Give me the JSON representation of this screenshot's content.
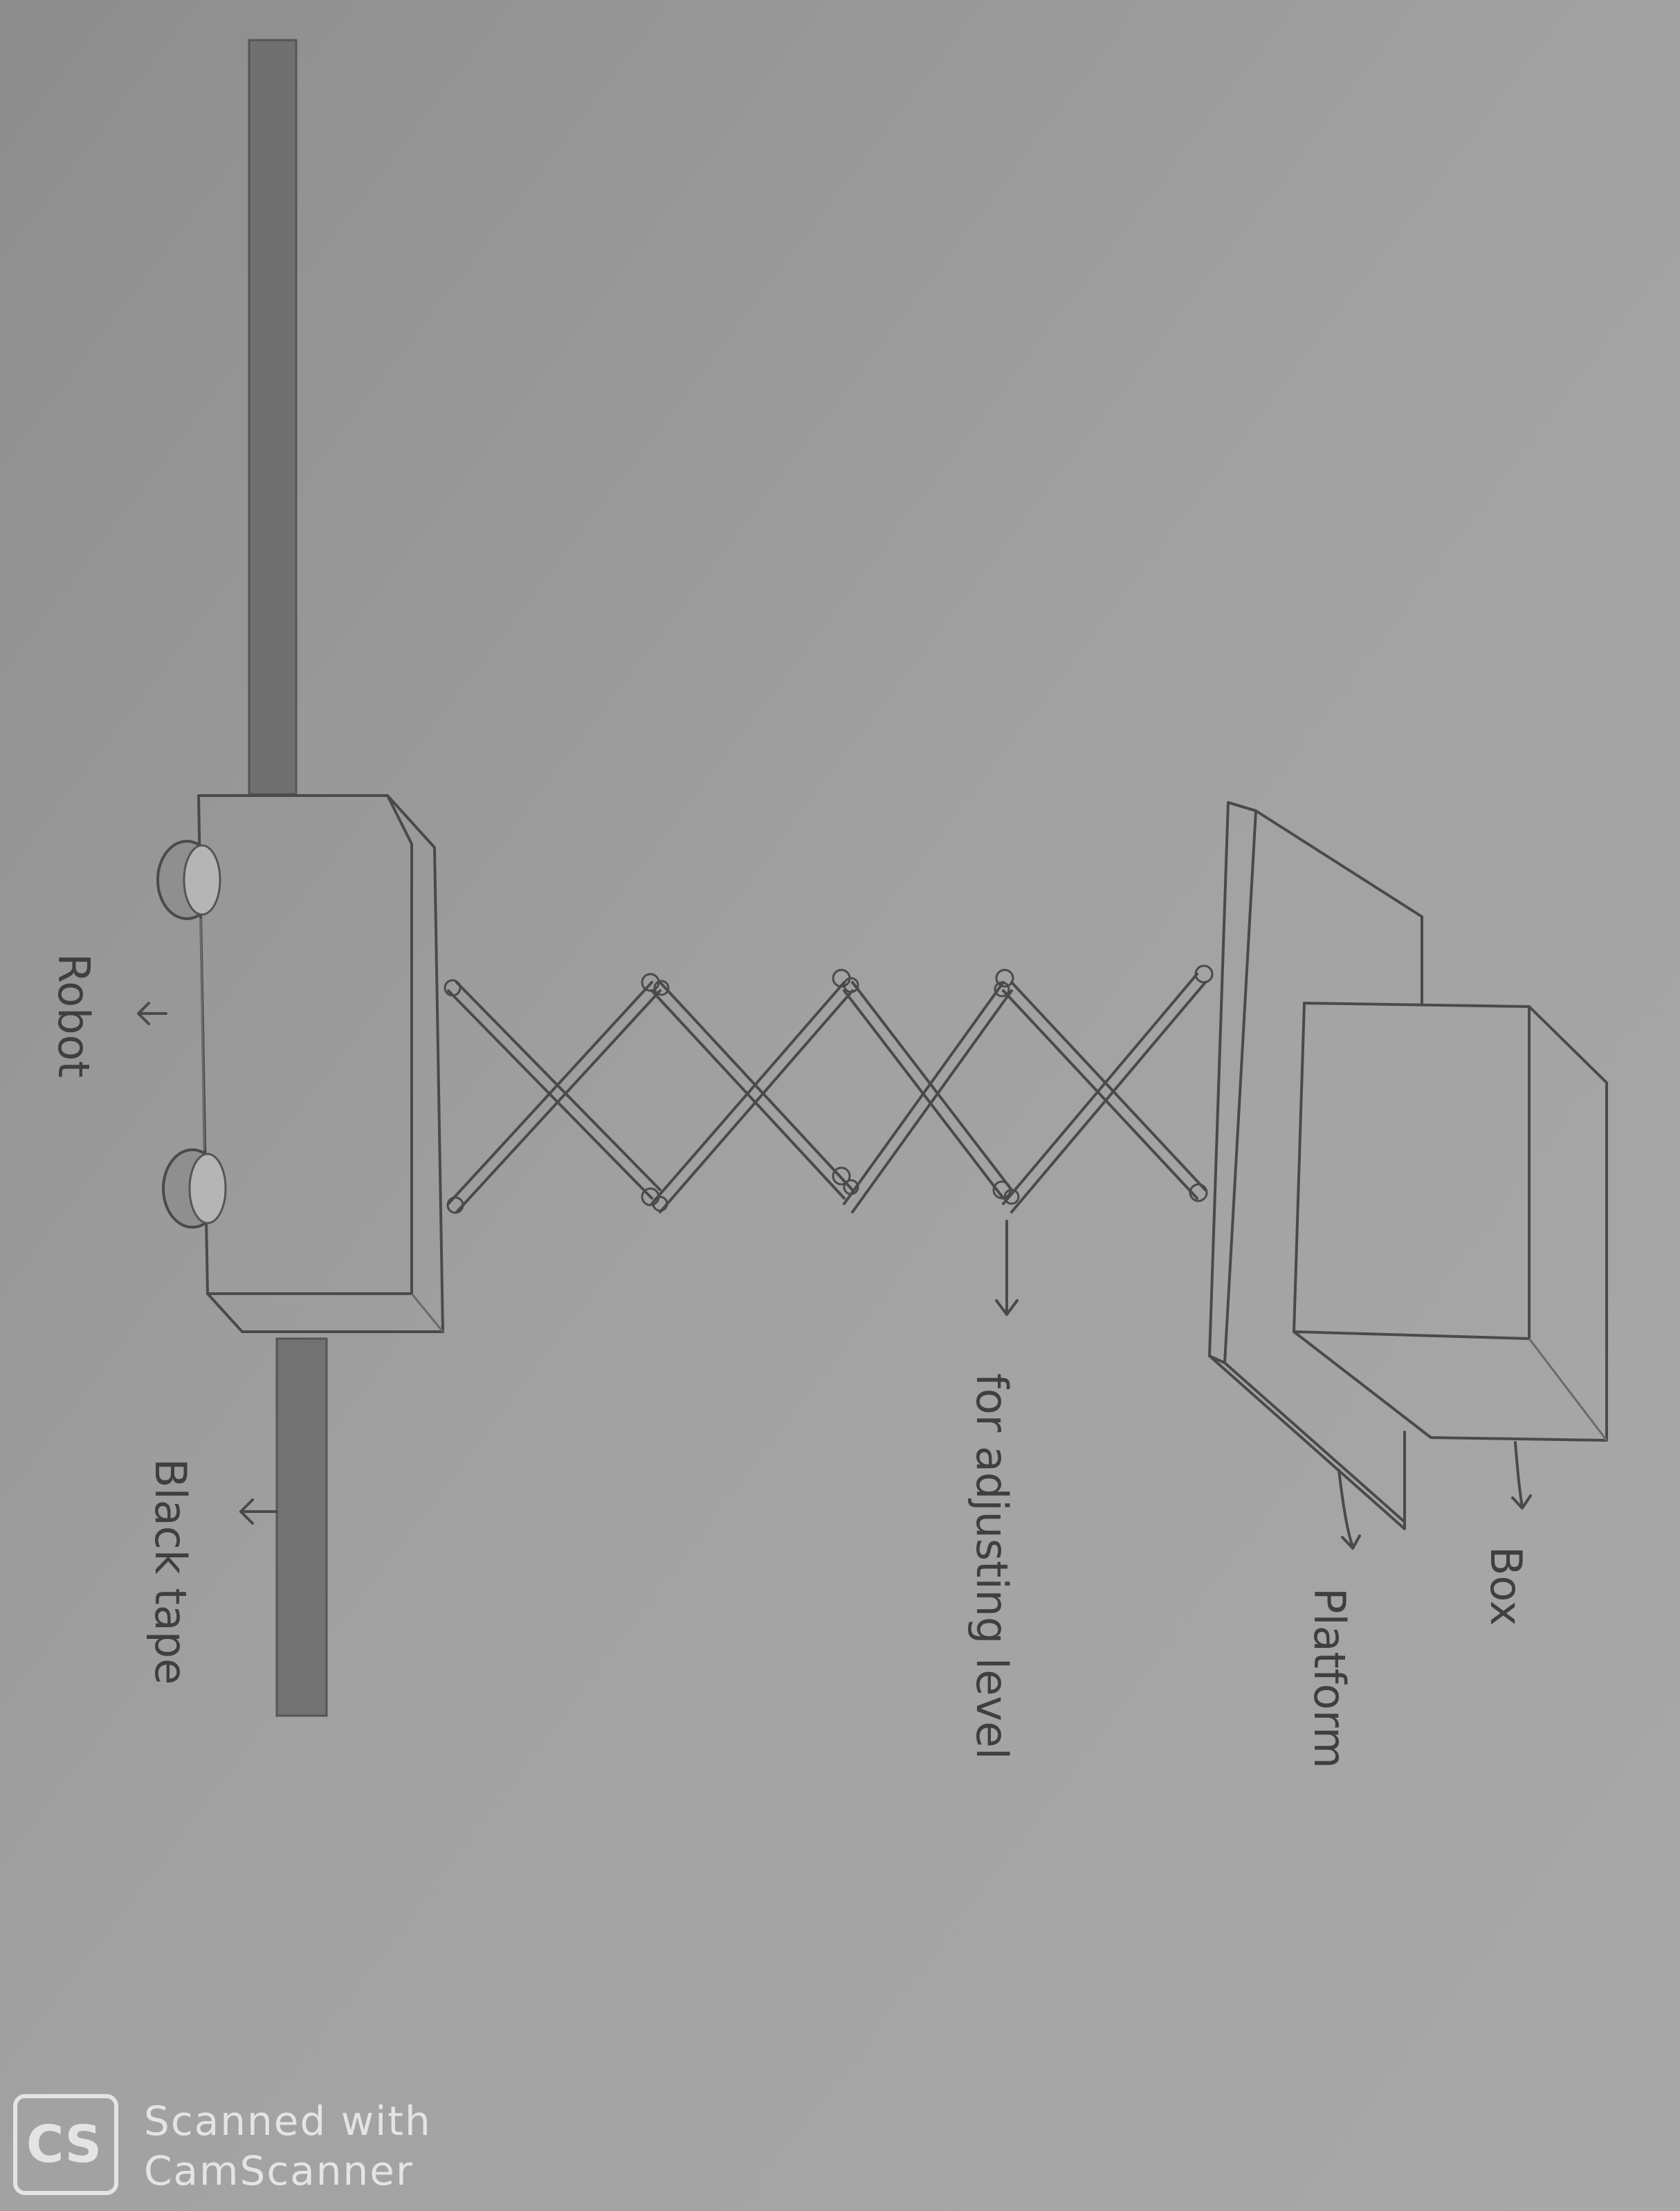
{
  "labels": {
    "robot": "Robot",
    "black_tape": "Black tape",
    "adjusting": "for adjusting level",
    "platform": "Platform",
    "box": "Box"
  },
  "watermark": {
    "logo": "CS",
    "line1": "Scanned with",
    "line2": "CamScanner"
  },
  "colors": {
    "paper": "#9c9c9c",
    "pencil": "#4a4a4a",
    "tape": "#737373"
  }
}
